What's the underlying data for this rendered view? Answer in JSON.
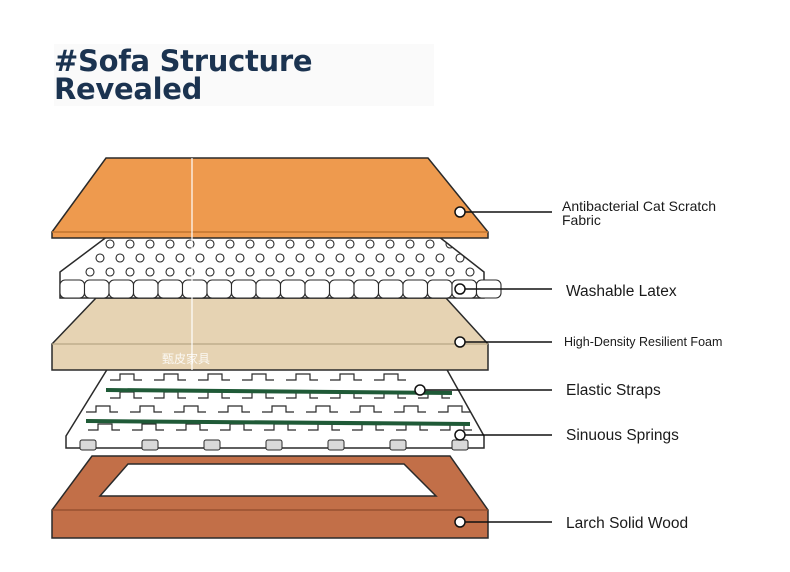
{
  "title": {
    "line1": "#Sofa Structure",
    "line2": "Revealed"
  },
  "watermark": "甄皮家具",
  "layers": [
    {
      "label": "Antibacterial Cat Scratch Fabric",
      "color": "#ee9a4e"
    },
    {
      "label": "Washable Latex",
      "color": "#ffffff"
    },
    {
      "label": "High-Density Resilient Foam",
      "color": "#e6d3b3"
    },
    {
      "label": "Elastic Straps",
      "color": "#1f5a37"
    },
    {
      "label": "Sinuous Springs",
      "color": "#ffffff"
    },
    {
      "label": "Larch Solid Wood",
      "color": "#c26f48"
    }
  ],
  "colors": {
    "title": "#1b3350",
    "outline": "#2a2a2a"
  }
}
